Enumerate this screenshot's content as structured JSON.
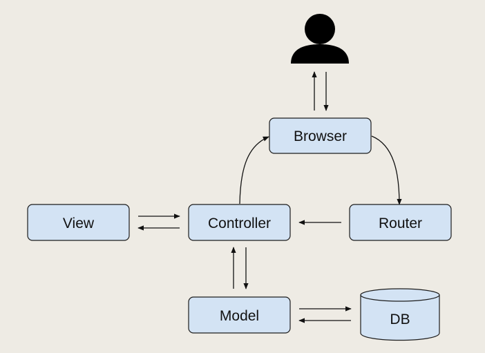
{
  "diagram": {
    "nodes": {
      "browser": "Browser",
      "view": "View",
      "controller": "Controller",
      "router": "Router",
      "model": "Model",
      "db": "DB"
    },
    "icons": {
      "user": "user-icon"
    },
    "colors": {
      "background": "#eeebe4",
      "node_fill": "#d3e3f4",
      "stroke": "#111111"
    }
  }
}
